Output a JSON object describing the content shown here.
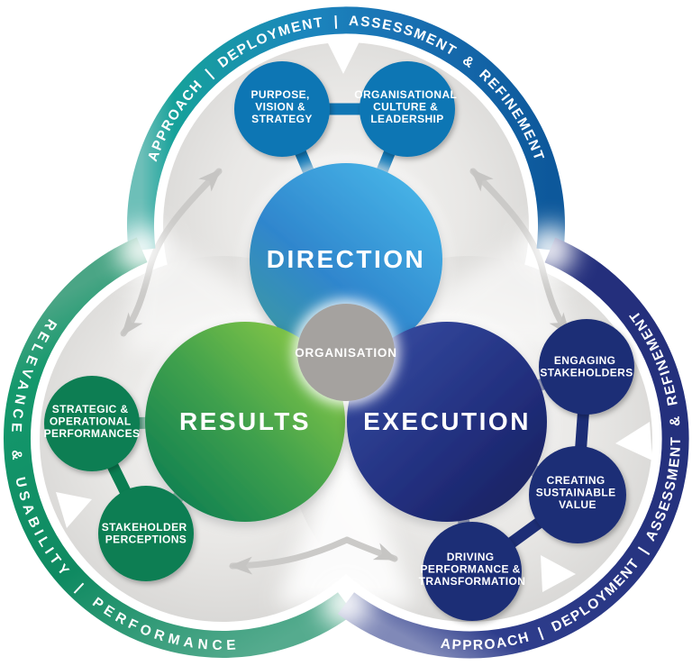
{
  "diagram": {
    "bands": {
      "top_label": "APPROACH | DEPLOYMENT | ASSESSMENT & REFINEMENT",
      "left_label": "RELEVANCE & USABILITY | PERFORMANCE",
      "right_label": "APPROACH | DEPLOYMENT | ASSESSMENT & REFINEMENT"
    },
    "main_circles": [
      {
        "id": "direction",
        "label": "DIRECTION"
      },
      {
        "id": "results",
        "label": "RESULTS"
      },
      {
        "id": "execution",
        "label": "EXECUTION"
      }
    ],
    "center_circle": {
      "label": "ORGANISATION"
    },
    "satellites": [
      {
        "id": "purpose-vision-strategy",
        "lines": [
          "PURPOSE,",
          "VISION &",
          "STRATEGY"
        ]
      },
      {
        "id": "organisational-culture-leadership",
        "lines": [
          "ORGANISATIONAL",
          "CULTURE &",
          "LEADERSHIP"
        ]
      },
      {
        "id": "engaging-stakeholders",
        "lines": [
          "ENGAGING",
          "STAKEHOLDERS"
        ]
      },
      {
        "id": "creating-sustainable-value",
        "lines": [
          "CREATING",
          "SUSTAINABLE",
          "VALUE"
        ]
      },
      {
        "id": "driving-performance-transformation",
        "lines": [
          "DRIVING",
          "PERFORMANCE &",
          "TRANSFORMATION"
        ]
      },
      {
        "id": "strategic-operational-performances",
        "lines": [
          "STRATEGIC &",
          "OPERATIONAL",
          "PERFORMANCES"
        ]
      },
      {
        "id": "stakeholder-perceptions",
        "lines": [
          "STAKEHOLDER",
          "PERCEPTIONS"
        ]
      }
    ],
    "colors": {
      "direction_blue": "#2f86cd",
      "results_green": "#3fa04d",
      "execution_navy": "#202f7e",
      "organisation_grey": "#a5a29f",
      "satellite_blue": "#1076b4",
      "satellite_green": "#0b7e52",
      "satellite_navy": "#1d2e76",
      "band_teal": "#16a19a",
      "band_blue": "#1a73b5",
      "band_green": "#14986c",
      "band_navy": "#2a3a8a",
      "flow_arrow_grey": "#cbcac8"
    }
  }
}
